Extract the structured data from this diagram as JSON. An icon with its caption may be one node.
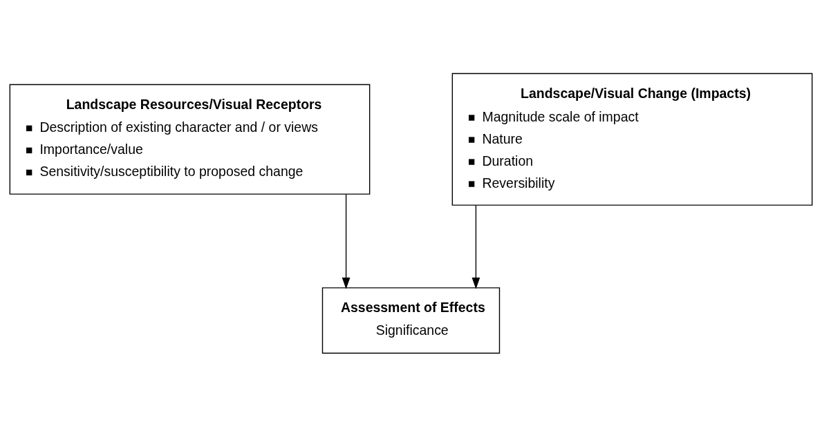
{
  "diagram": {
    "nodes": [
      {
        "text": [
          "Landscape Resources/Visual Receptors",
          "Description of existing character and / or views",
          "Importance/value",
          "Sensitivity/susceptibility to proposed change"
        ]
      },
      {
        "text": [
          "Landscape/Visual Change (Impacts)",
          "Magnitude scale of impact",
          "Nature",
          "Duration",
          "Reversibility"
        ]
      },
      {
        "text": [
          "Assessment of Effects",
          "Significance"
        ]
      }
    ],
    "edges": [
      {
        "from": 0,
        "to": 2,
        "arrow": "to"
      },
      {
        "from": 1,
        "to": 2,
        "arrow": "to"
      }
    ]
  }
}
